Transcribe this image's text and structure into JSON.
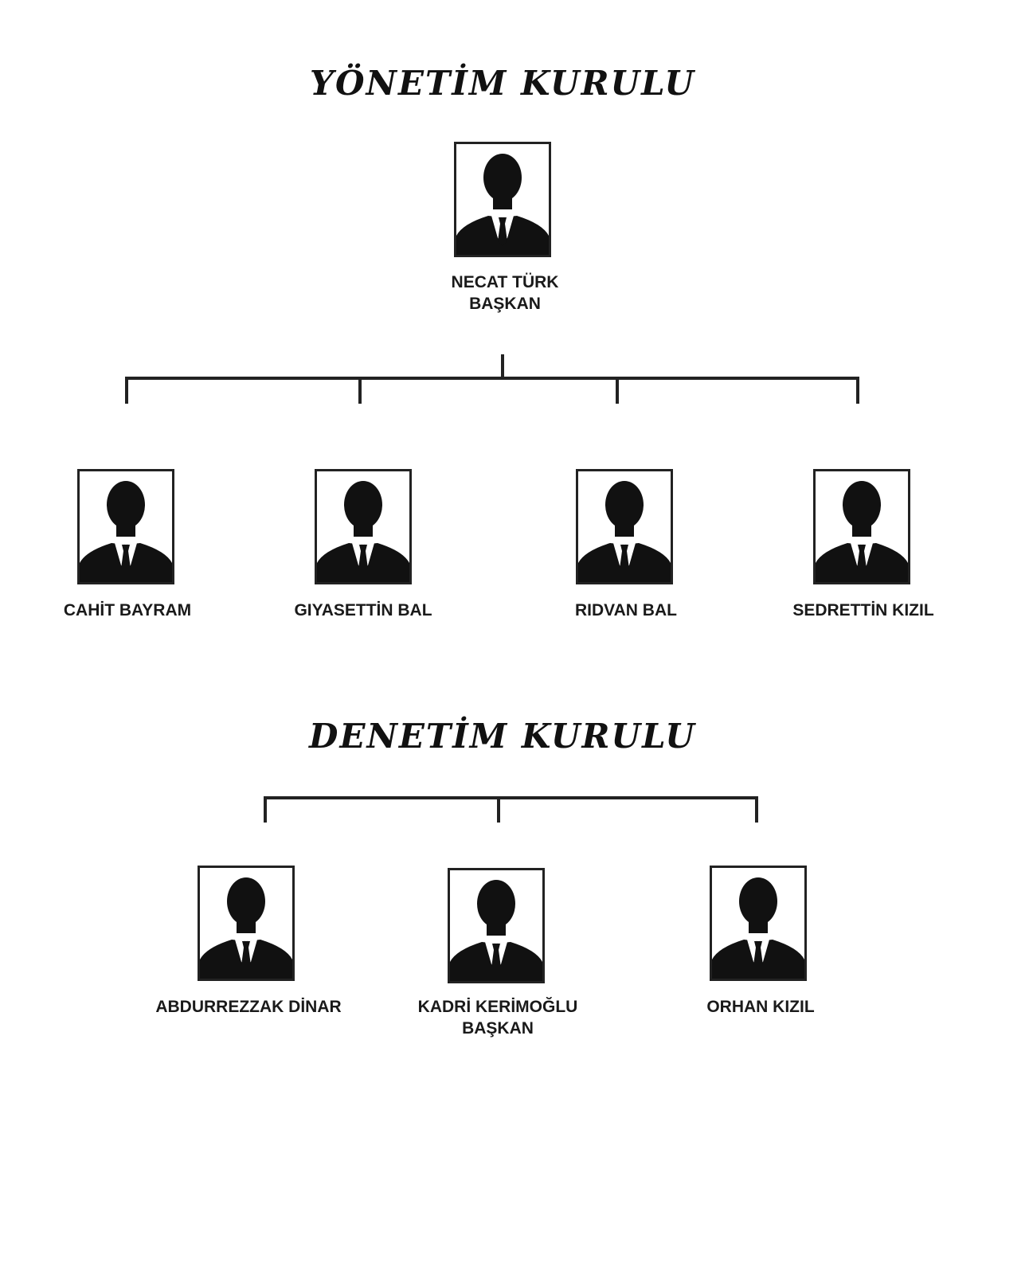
{
  "board": {
    "title": "YÖNETİM KURULU",
    "chair": {
      "name": "NECAT TÜRK",
      "role": "BAŞKAN"
    },
    "members": [
      {
        "name": "CAHİT BAYRAM"
      },
      {
        "name": "GIYASETTİN BAL"
      },
      {
        "name": "RIDVAN BAL"
      },
      {
        "name": "SEDRETTİN KIZIL"
      }
    ]
  },
  "audit": {
    "title": "DENETİM KURULU",
    "members": [
      {
        "name": "ABDURREZZAK DİNAR"
      },
      {
        "name": "KADRİ KERİMOĞLU",
        "role": "BAŞKAN"
      },
      {
        "name": "ORHAN KIZIL"
      }
    ]
  }
}
